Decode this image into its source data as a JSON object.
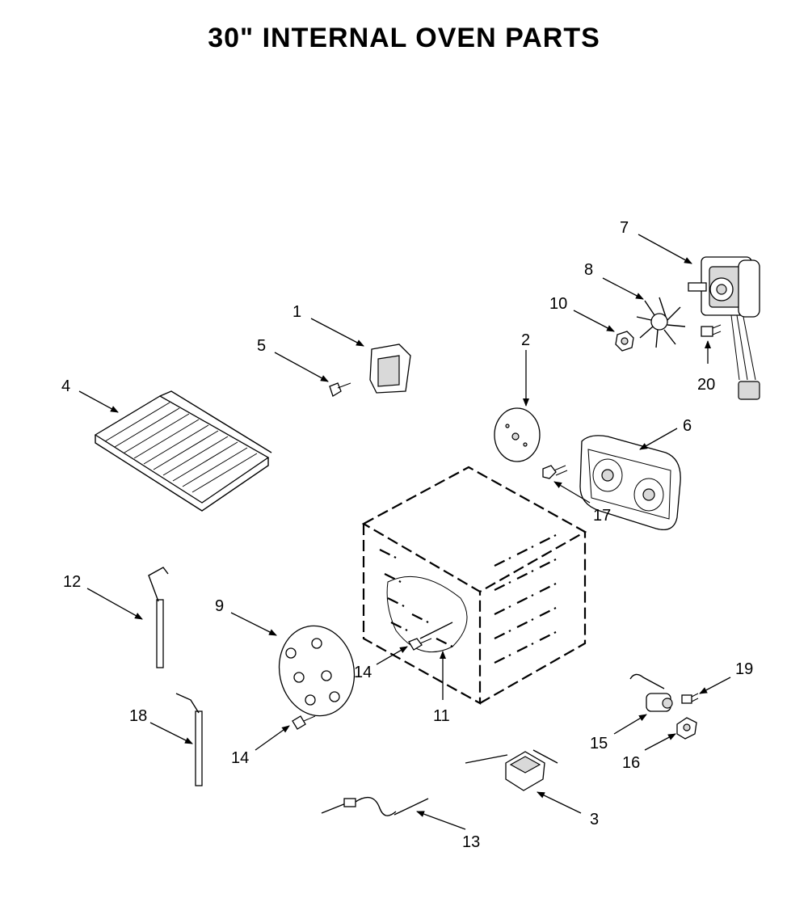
{
  "title": "30\" INTERNAL OVEN PARTS",
  "callouts": {
    "c1": "1",
    "c2": "2",
    "c3": "3",
    "c4": "4",
    "c5": "5",
    "c6": "6",
    "c7": "7",
    "c8": "8",
    "c9": "9",
    "c10": "10",
    "c11": "11",
    "c12": "12",
    "c13": "13",
    "c14a": "14",
    "c14b": "14",
    "c15": "15",
    "c16": "16",
    "c17": "17",
    "c18": "18",
    "c19": "19",
    "c20": "20"
  }
}
